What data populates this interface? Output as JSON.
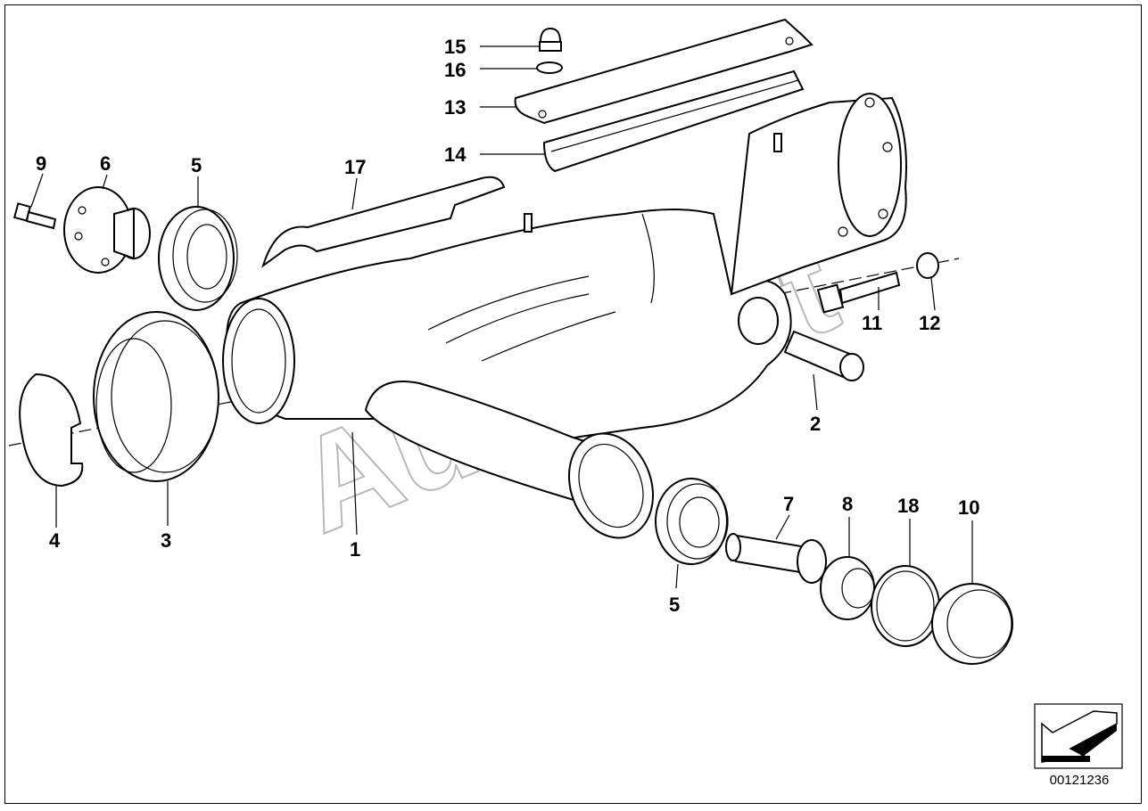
{
  "diagram": {
    "watermark": "AutoSoft",
    "catalog_number": "00121236",
    "callouts": [
      {
        "id": "15",
        "text": "15"
      },
      {
        "id": "16",
        "text": "16"
      },
      {
        "id": "13",
        "text": "13"
      },
      {
        "id": "14",
        "text": "14"
      },
      {
        "id": "9",
        "text": "9"
      },
      {
        "id": "6",
        "text": "6"
      },
      {
        "id": "5a",
        "text": "5"
      },
      {
        "id": "17",
        "text": "17"
      },
      {
        "id": "11",
        "text": "11"
      },
      {
        "id": "12",
        "text": "12"
      },
      {
        "id": "2",
        "text": "2"
      },
      {
        "id": "4",
        "text": "4"
      },
      {
        "id": "3",
        "text": "3"
      },
      {
        "id": "1",
        "text": "1"
      },
      {
        "id": "7",
        "text": "7"
      },
      {
        "id": "8",
        "text": "8"
      },
      {
        "id": "18",
        "text": "18"
      },
      {
        "id": "10",
        "text": "10"
      },
      {
        "id": "5b",
        "text": "5"
      }
    ]
  },
  "colors": {
    "line": "#000000",
    "watermark": "#b8b8b8",
    "background": "#ffffff"
  }
}
